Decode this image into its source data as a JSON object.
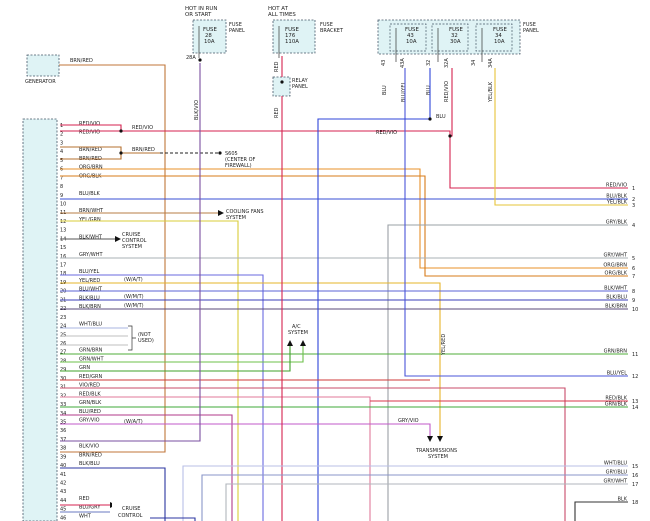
{
  "hot_in_run": [
    "HOT IN RUN",
    "OR START"
  ],
  "hot_at_all_times": [
    "HOT AT",
    "ALL TIMES"
  ],
  "fuse_panel_label_left": [
    "FUSE",
    "PANEL"
  ],
  "fuse_bracket_label": [
    "FUSE",
    "BRACKET"
  ],
  "fuse_panel_label_right": [
    "FUSE",
    "PANEL"
  ],
  "relay_panel_label": [
    "RELAY",
    "PANEL"
  ],
  "generator_label": "GENERATOR",
  "fuses": [
    {
      "name": "FUSE",
      "num": "28",
      "amp": "10A",
      "pin": "28A"
    },
    {
      "name": "FUSE",
      "num": "176",
      "amp": "110A",
      "pin": ""
    },
    {
      "name": "FUSE",
      "num": "43",
      "amp": "10A",
      "pin": "43"
    },
    {
      "name": "FUSE",
      "num": "32",
      "amp": "30A",
      "pin": "32"
    },
    {
      "name": "FUSE",
      "num": "34",
      "amp": "10A",
      "pin": "34"
    }
  ],
  "fuse_pins_extra": [
    "43A",
    "32A",
    "34A"
  ],
  "top_wire_labels": [
    "BRN/RED",
    "BLK/VIO",
    "RED",
    "RED",
    "BLU",
    "BLU/YEL",
    "RED/VIO",
    "YEL/BLK",
    "BLU",
    "BLU"
  ],
  "left_connector_rows": [
    {
      "pin": "1",
      "color": "RED/VIO"
    },
    {
      "pin": "2",
      "color": "RED/VIO"
    },
    {
      "pin": "3",
      "color": ""
    },
    {
      "pin": "4",
      "color": "BRN/RED"
    },
    {
      "pin": "5",
      "color": "BRN/RED"
    },
    {
      "pin": "6",
      "color": "ORG/BRN"
    },
    {
      "pin": "7",
      "color": "ORG/BLK"
    },
    {
      "pin": "8",
      "color": ""
    },
    {
      "pin": "9",
      "color": "BLU/BLK"
    },
    {
      "pin": "10",
      "color": ""
    },
    {
      "pin": "11",
      "color": "BRN/WHT"
    },
    {
      "pin": "12",
      "color": "YEL/GRN"
    },
    {
      "pin": "13",
      "color": ""
    },
    {
      "pin": "14",
      "color": "BLK/WHT"
    },
    {
      "pin": "15",
      "color": ""
    },
    {
      "pin": "16",
      "color": "GRY/WHT"
    },
    {
      "pin": "17",
      "color": ""
    },
    {
      "pin": "18",
      "color": "BLU/YEL"
    },
    {
      "pin": "19",
      "color": "YEL/RED"
    },
    {
      "pin": "20",
      "color": "BLU/WHT"
    },
    {
      "pin": "21",
      "color": "BLK/BLU"
    },
    {
      "pin": "22",
      "color": "BLK/BRN"
    },
    {
      "pin": "23",
      "color": ""
    },
    {
      "pin": "24",
      "color": "WHT/BLU"
    },
    {
      "pin": "25",
      "color": ""
    },
    {
      "pin": "26",
      "color": ""
    },
    {
      "pin": "27",
      "color": "GRN/BRN"
    },
    {
      "pin": "28",
      "color": "GRN/WHT"
    },
    {
      "pin": "29",
      "color": "GRN"
    },
    {
      "pin": "30",
      "color": "RED/GRN"
    },
    {
      "pin": "31",
      "color": "VIO/RED"
    },
    {
      "pin": "32",
      "color": "RED/BLK"
    },
    {
      "pin": "33",
      "color": "GRN/BLK"
    },
    {
      "pin": "34",
      "color": "BLU/RED"
    },
    {
      "pin": "35",
      "color": "GRY/VIO"
    },
    {
      "pin": "36",
      "color": ""
    },
    {
      "pin": "37",
      "color": ""
    },
    {
      "pin": "38",
      "color": "BLK/VIO"
    },
    {
      "pin": "39",
      "color": "BRN/RED"
    },
    {
      "pin": "40",
      "color": "BLK/BLU"
    },
    {
      "pin": "41",
      "color": ""
    },
    {
      "pin": "42",
      "color": ""
    },
    {
      "pin": "43",
      "color": ""
    },
    {
      "pin": "44",
      "color": "RED"
    },
    {
      "pin": "45",
      "color": "BLU/GRY"
    },
    {
      "pin": "46",
      "color": "WHT"
    }
  ],
  "inline_labels": {
    "red_vio_mid": "RED/VIO",
    "red_vio_right": "RED/VIO",
    "brn_red_mid": "BRN/RED",
    "s605": [
      "S605",
      "(CENTER OF",
      "FIREWALL)"
    ],
    "cooling_fans": [
      "COOLING FANS",
      "SYSTEM"
    ],
    "cruise_control": [
      "CRUISE",
      "CONTROL",
      "SYSTEM"
    ],
    "wat": "(W/A/T)",
    "wmt_a": "(W/M/T)",
    "wmt_b": "(W/M/T)",
    "not_used": [
      "(NOT",
      "USED)"
    ],
    "ac_system": [
      "A/C",
      "SYSTEM"
    ],
    "wat2": "(W/A/T)",
    "gry_vio_right": "GRY/VIO",
    "yel_red_vert": "YEL/RED",
    "transmissions": [
      "TRANSMISSIONS",
      "SYSTEM"
    ],
    "cruise_control_bottom": [
      "CRUISE",
      "CONTROL"
    ]
  },
  "right_connector_rows": [
    {
      "pin": "1",
      "color": "RED/VIO"
    },
    {
      "pin": "2",
      "color": "BLU/BLK"
    },
    {
      "pin": "3",
      "color": "YEL/BLK"
    },
    {
      "pin": "4",
      "color": "GRY/BLK"
    },
    {
      "pin": "5",
      "color": "GRY/WHT"
    },
    {
      "pin": "6",
      "color": "ORG/BRN"
    },
    {
      "pin": "7",
      "color": "ORG/BLK"
    },
    {
      "pin": "8",
      "color": "BLK/WHT"
    },
    {
      "pin": "9",
      "color": "BLK/BLU"
    },
    {
      "pin": "10",
      "color": "BLK/BRN"
    },
    {
      "pin": "11",
      "color": "GRN/BRN"
    },
    {
      "pin": "12",
      "color": "BLU/YEL"
    },
    {
      "pin": "13",
      "color": "RED/BLK"
    },
    {
      "pin": "14",
      "color": "GRN/BLK"
    },
    {
      "pin": "15",
      "color": "WHT/BLU"
    },
    {
      "pin": "16",
      "color": "GRY/BLU"
    },
    {
      "pin": "17",
      "color": "GRY/WHT"
    },
    {
      "pin": "18",
      "color": "BLK"
    }
  ]
}
